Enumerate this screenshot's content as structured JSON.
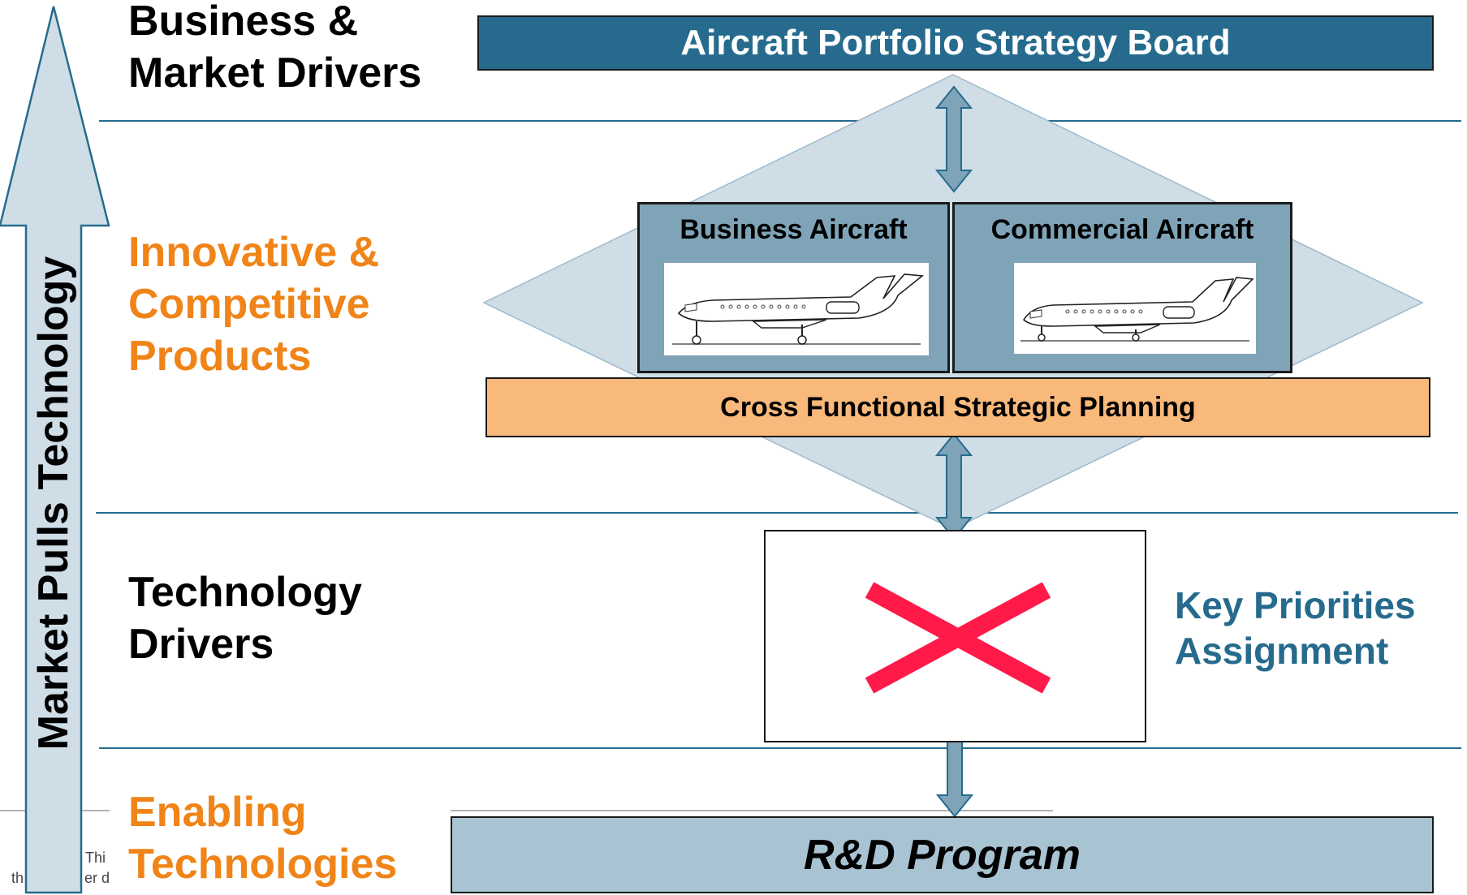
{
  "side_arrow": {
    "label": "Market Pulls Technology"
  },
  "lanes": {
    "business": [
      "Business &",
      "Market Drivers"
    ],
    "products": [
      "Innovative &",
      "Competitive",
      "Products"
    ],
    "technology": [
      "Technology",
      "Drivers"
    ],
    "enabling": [
      "Enabling",
      "Technologies"
    ]
  },
  "board": {
    "label": "Aircraft Portfolio Strategy Board"
  },
  "aircraft": {
    "business": {
      "label": "Business Aircraft"
    },
    "commercial": {
      "label": "Commercial Aircraft"
    }
  },
  "planning": {
    "label": "Cross Functional Strategic Planning"
  },
  "priorities": {
    "lines": [
      "Key Priorities",
      "Assignment"
    ]
  },
  "rd": {
    "label": "R&D Program"
  },
  "footer_fragments": {
    "line1": "Thi",
    "line2a": "th",
    "line2b": "er d"
  },
  "colors": {
    "dark_blue": "#266b8e",
    "orange_text": "#f08418",
    "planning_fill": "#f9b97b",
    "rd_fill": "#a8c3d2",
    "diamond_fill": "#cfdde6",
    "red_x": "#ff1a4a"
  }
}
